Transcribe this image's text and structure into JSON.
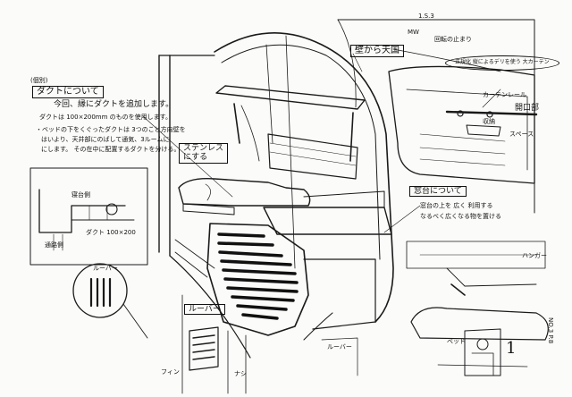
{
  "notes": {
    "section_label": "(個別)",
    "duct_heading": "ダクトについて",
    "duct_line1": "今回、縁にダクトを追加します。",
    "duct_line2": "ダクトは 100×200mm のものを使用します。",
    "duct_line3": "・ベッドの下をくぐったダクトは 3つのこと方向壁を",
    "duct_line4": "はいより、天井部にのばして通気、3ルームに",
    "duct_line5": "にします。  その在中に配置するダクトを分ける。",
    "detail_label_left": "寝台側",
    "detail_label_right": "通路側",
    "detail_dim": "ダクト 100×200",
    "louver_label": "ルーバー",
    "louver_box_label": "ルーバー",
    "fin_label": "フィン",
    "nashi_label": "ナシ",
    "curtain_label": "ルーバー",
    "stay_label": "ステンレス\nにする",
    "wall_ceiling_label": "壁から天国",
    "top_small": "1.S.3",
    "mw_label": "MW",
    "kaiten_label": "回転の止まり",
    "right_bubble": "正規化 縦によるデリを使う 大カーテン",
    "rail_label": "カーテンレール",
    "kaikou_label": "開口部",
    "bag_label": "収納",
    "support_label": "スペース",
    "table_heading": "窓台について",
    "table_line1": "窓台の上を 広く 利用する",
    "table_line2": "なるべく広くなる物を置ける",
    "hook_label": "ハンガー",
    "bed_label": "ベッド",
    "page_number": "1",
    "side_code": "NO.3 P.8"
  }
}
